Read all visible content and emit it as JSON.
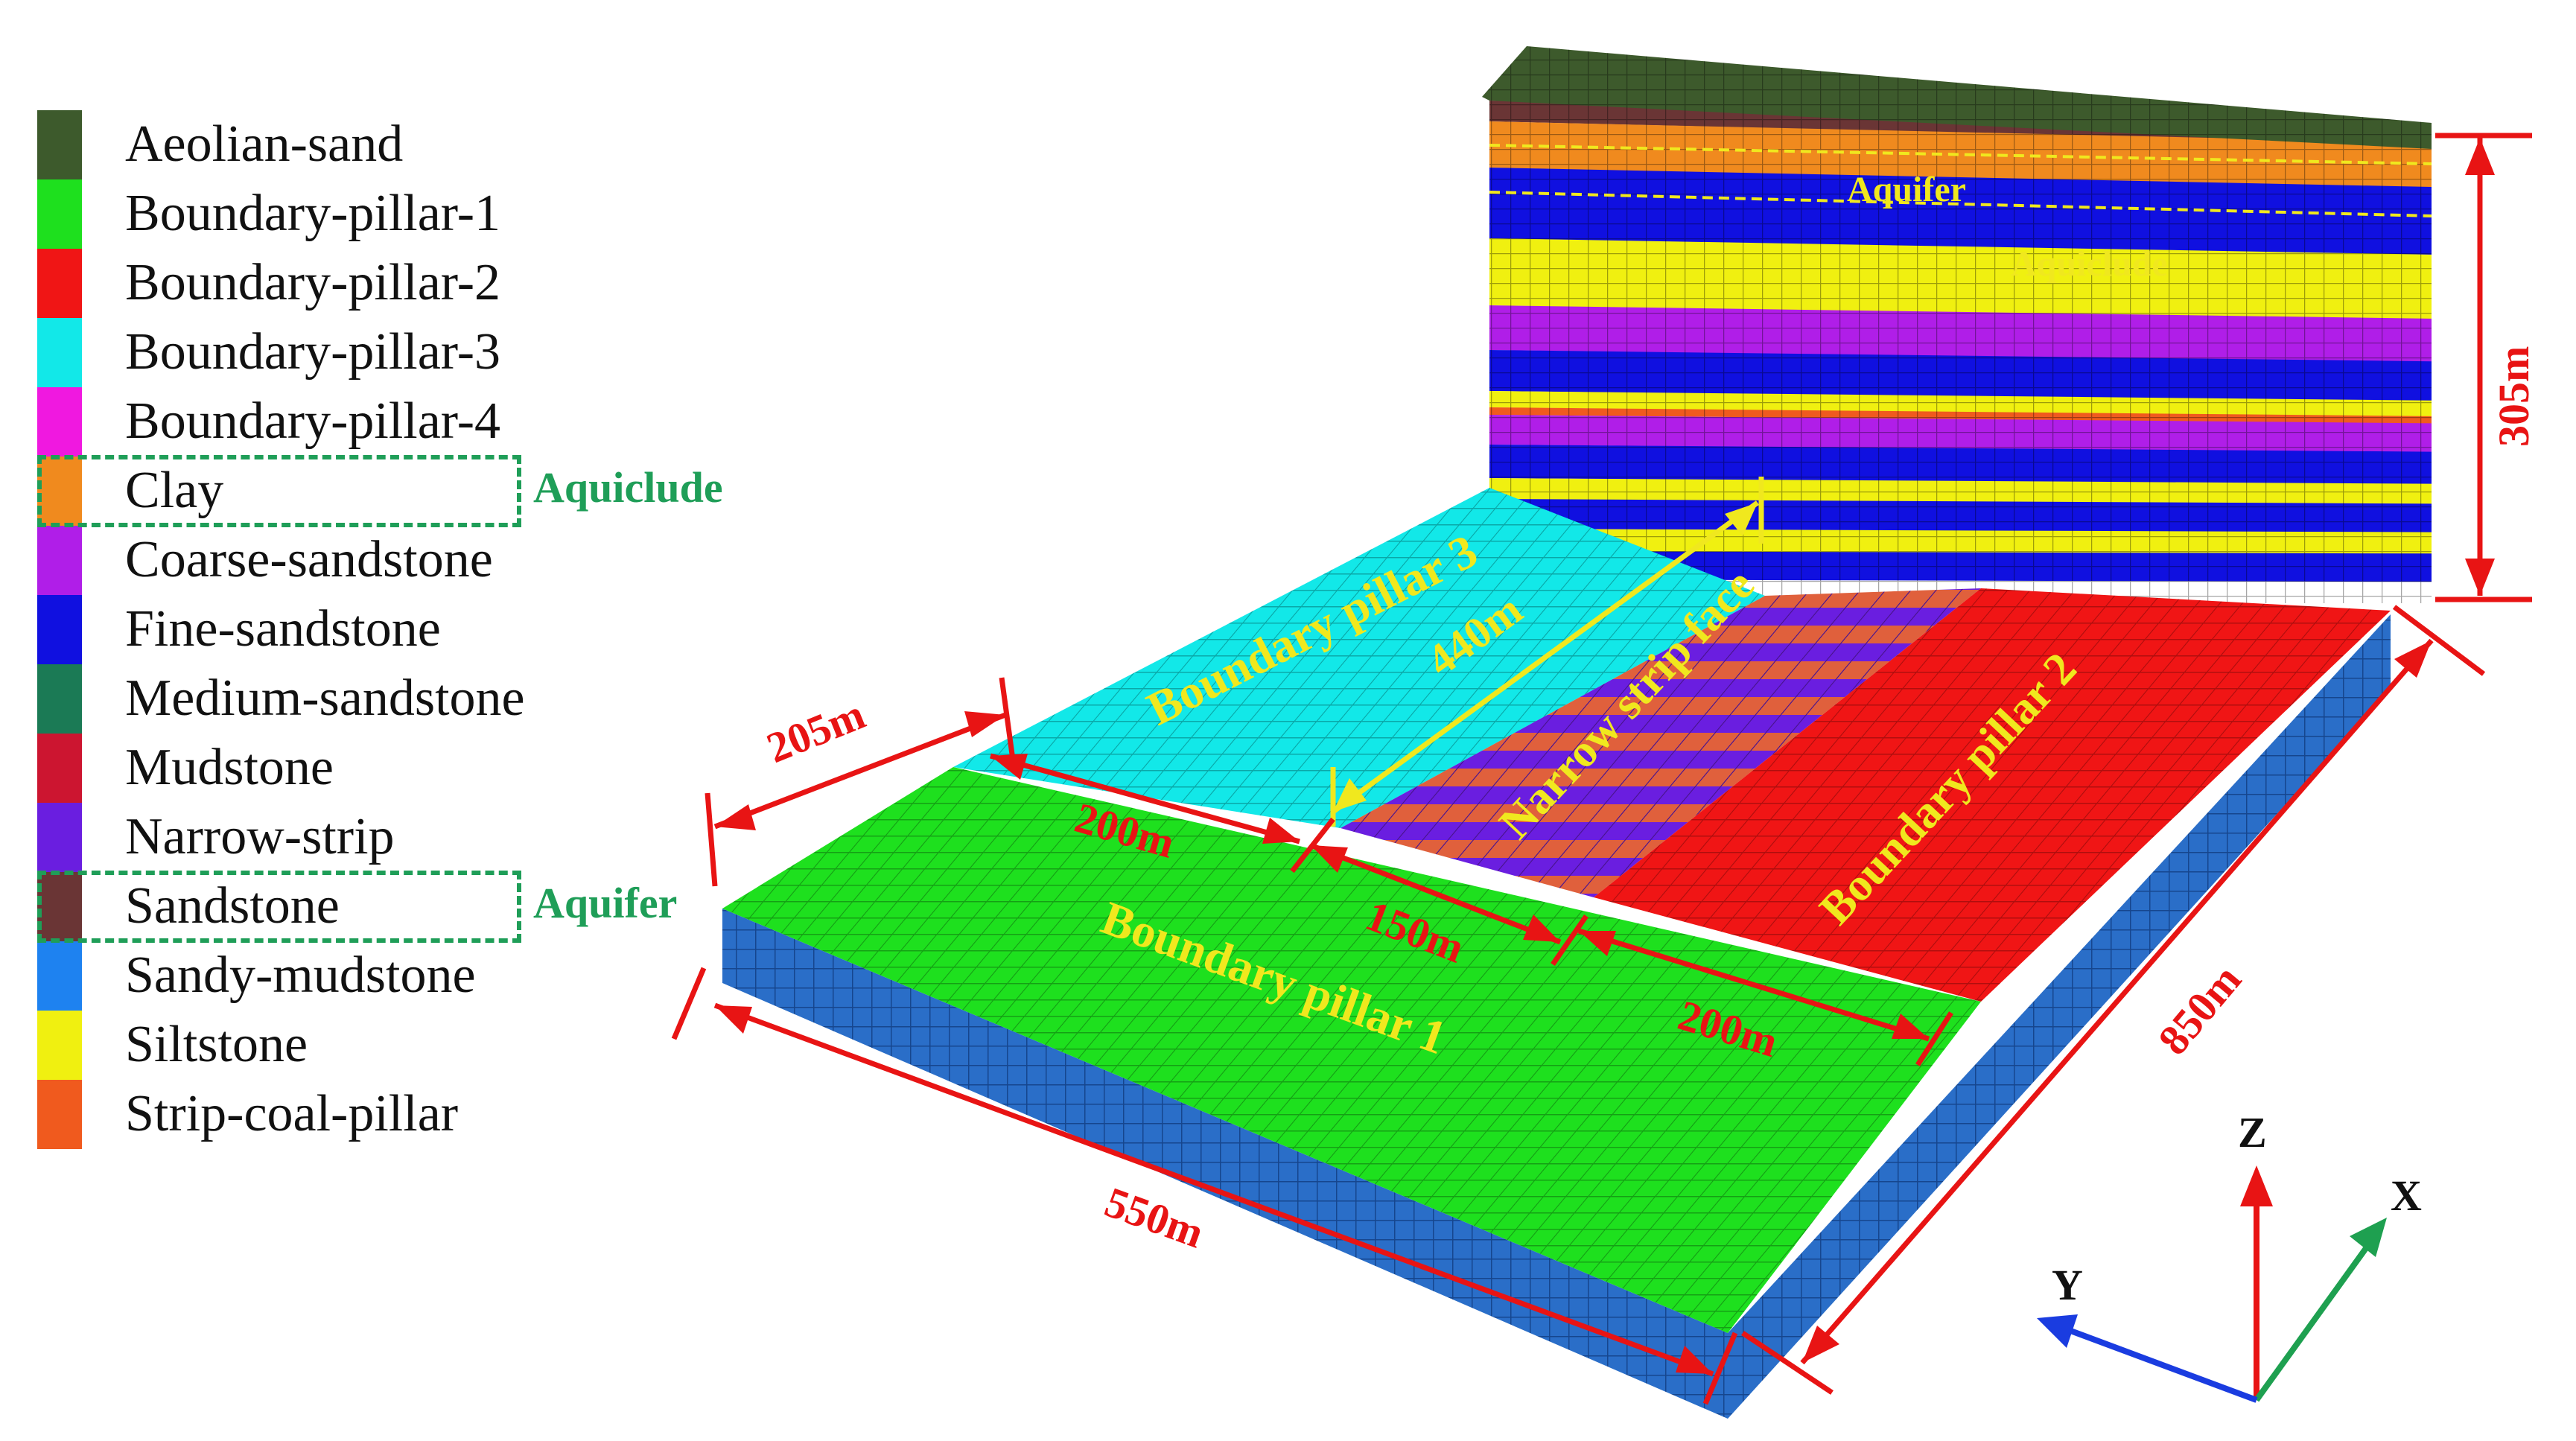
{
  "legend": {
    "items": [
      {
        "label": "Aeolian-sand",
        "color": "#3d5a2c"
      },
      {
        "label": "Boundary-pillar-1",
        "color": "#1ee01e"
      },
      {
        "label": "Boundary-pillar-2",
        "color": "#f01515"
      },
      {
        "label": "Boundary-pillar-3",
        "color": "#12e8e8"
      },
      {
        "label": "Boundary-pillar-4",
        "color": "#f018e0"
      },
      {
        "label": "Clay",
        "color": "#f08a1e"
      },
      {
        "label": "Coarse-sandstone",
        "color": "#b01ee8"
      },
      {
        "label": "Fine-sandstone",
        "color": "#1010e0"
      },
      {
        "label": "Medium-sandstone",
        "color": "#1b7a55"
      },
      {
        "label": "Mudstone",
        "color": "#cc1530"
      },
      {
        "label": "Narrow-strip",
        "color": "#6a1ee0"
      },
      {
        "label": "Sandstone",
        "color": "#6a3535"
      },
      {
        "label": "Sandy-mudstone",
        "color": "#1e82f0"
      },
      {
        "label": "Siltstone",
        "color": "#f0f010"
      },
      {
        "label": "Strip-coal-pillar",
        "color": "#f05a1e"
      }
    ],
    "notes": {
      "aquiclude": "Aquiclude",
      "aquifer": "Aquifer"
    }
  },
  "model": {
    "wall_labels": {
      "aquifer": "Aquifer",
      "aquiclude": "Aquiclude"
    },
    "regions": {
      "bp1": "Boundary pillar 1",
      "bp2": "Boundary pillar 2",
      "bp3": "Boundary pillar 3",
      "strip": "Narrow strip face"
    },
    "dims": {
      "height": "305m",
      "length_y": "850m",
      "width_x": "550m",
      "bp3_width": "205m",
      "bp1_w": "200m",
      "strip_w": "150m",
      "bp2_w": "200m",
      "face_len": "440m"
    },
    "axes": {
      "x": "X",
      "y": "Y",
      "z": "Z"
    }
  },
  "colors": {
    "annotation_red": "#e81414",
    "annotation_yellow": "#f0e81e",
    "axis_blue": "#1a3ce0",
    "axis_green": "#1ea050",
    "mesh_base": "#2a6ec8"
  }
}
